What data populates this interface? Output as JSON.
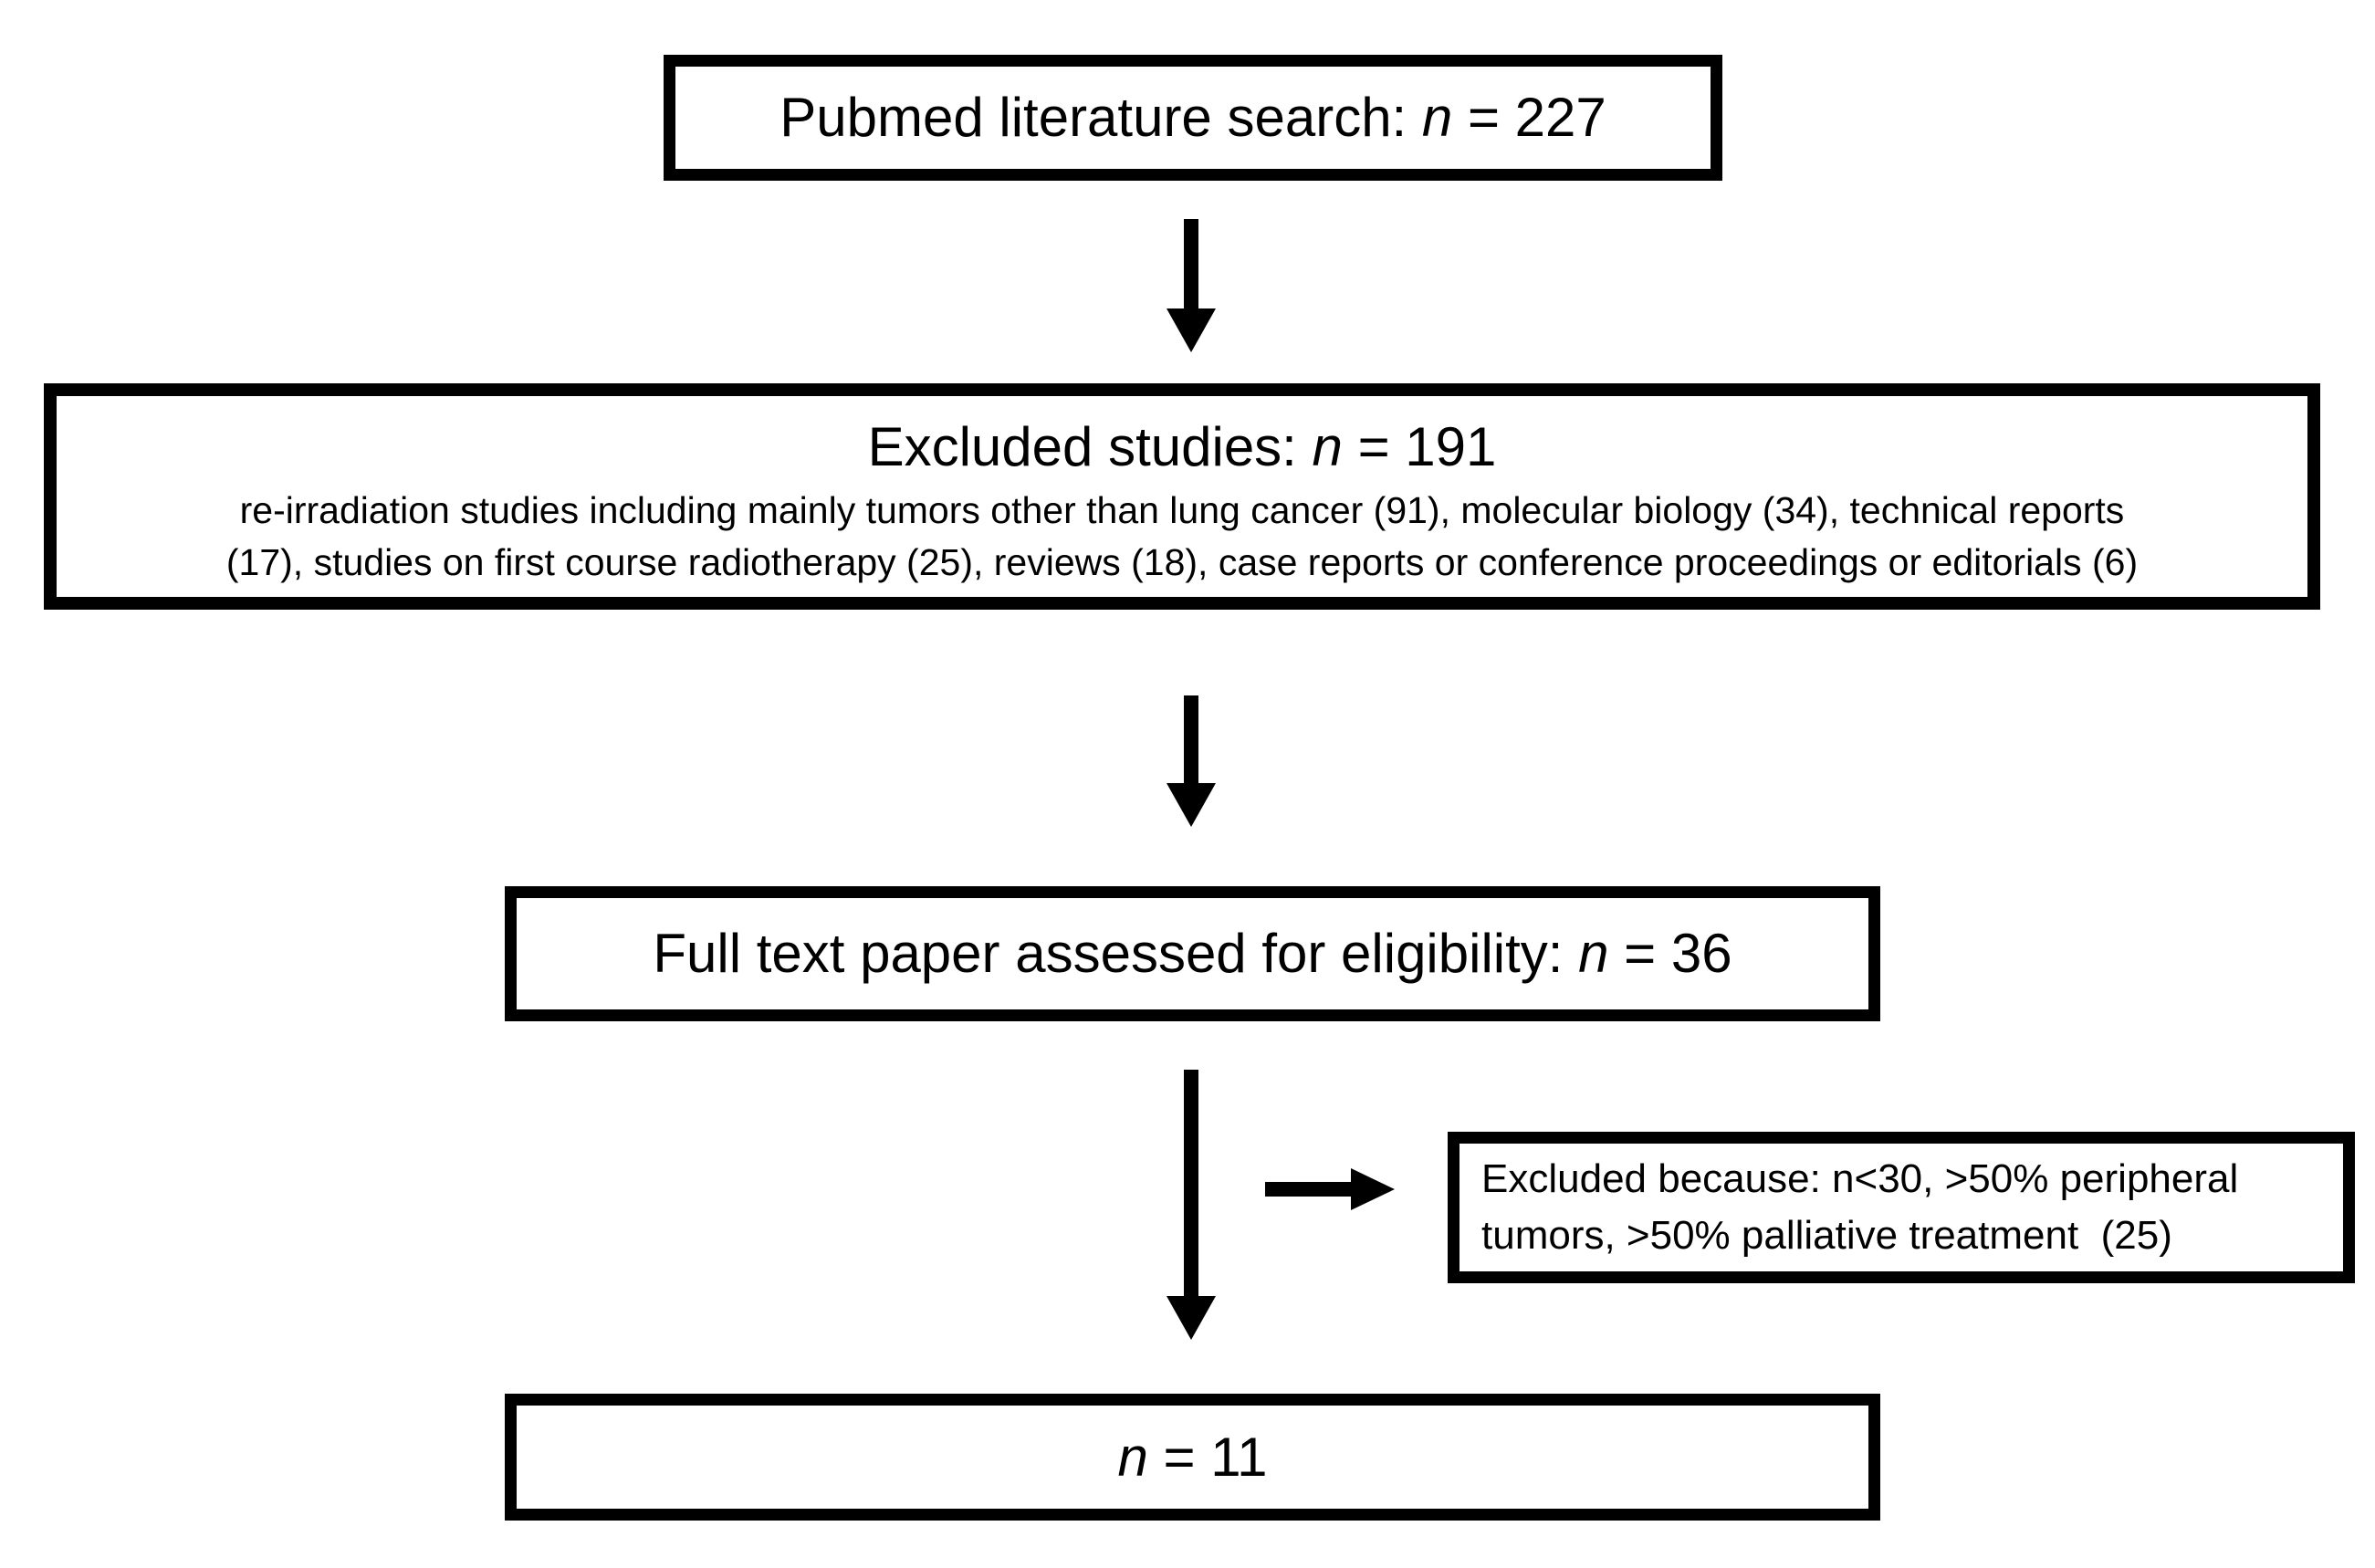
{
  "figure": {
    "type": "literature-selection-flowchart"
  },
  "colors": {
    "box_border": "#000000",
    "text": "#000000",
    "background": "#ffffff",
    "arrow": "#000000"
  },
  "boxes": {
    "pubmed": {
      "prefix": "Pubmed literature search: ",
      "n": "n",
      "suffix": " = 227"
    },
    "excluded": {
      "prefix": "Excluded studies: ",
      "n": "n",
      "suffix": " = 191",
      "detail_lines": [
        "re-irradiation studies including mainly tumors other than lung cancer (91), molecular biology (34), technical reports",
        "(17), studies on first course radiotherapy (25), reviews (18), case reports or conference proceedings or editorials (6)"
      ]
    },
    "fulltext": {
      "prefix": "Full text paper assessed for eligibility: ",
      "n": "n",
      "suffix": " = 36"
    },
    "side_excluded": {
      "lines": [
        "Excluded because: n<30, >50% peripheral",
        "tumors, >50% palliative treatment  (25)"
      ]
    },
    "final": {
      "prefix": "",
      "n": "n",
      "suffix": " = 11"
    }
  }
}
